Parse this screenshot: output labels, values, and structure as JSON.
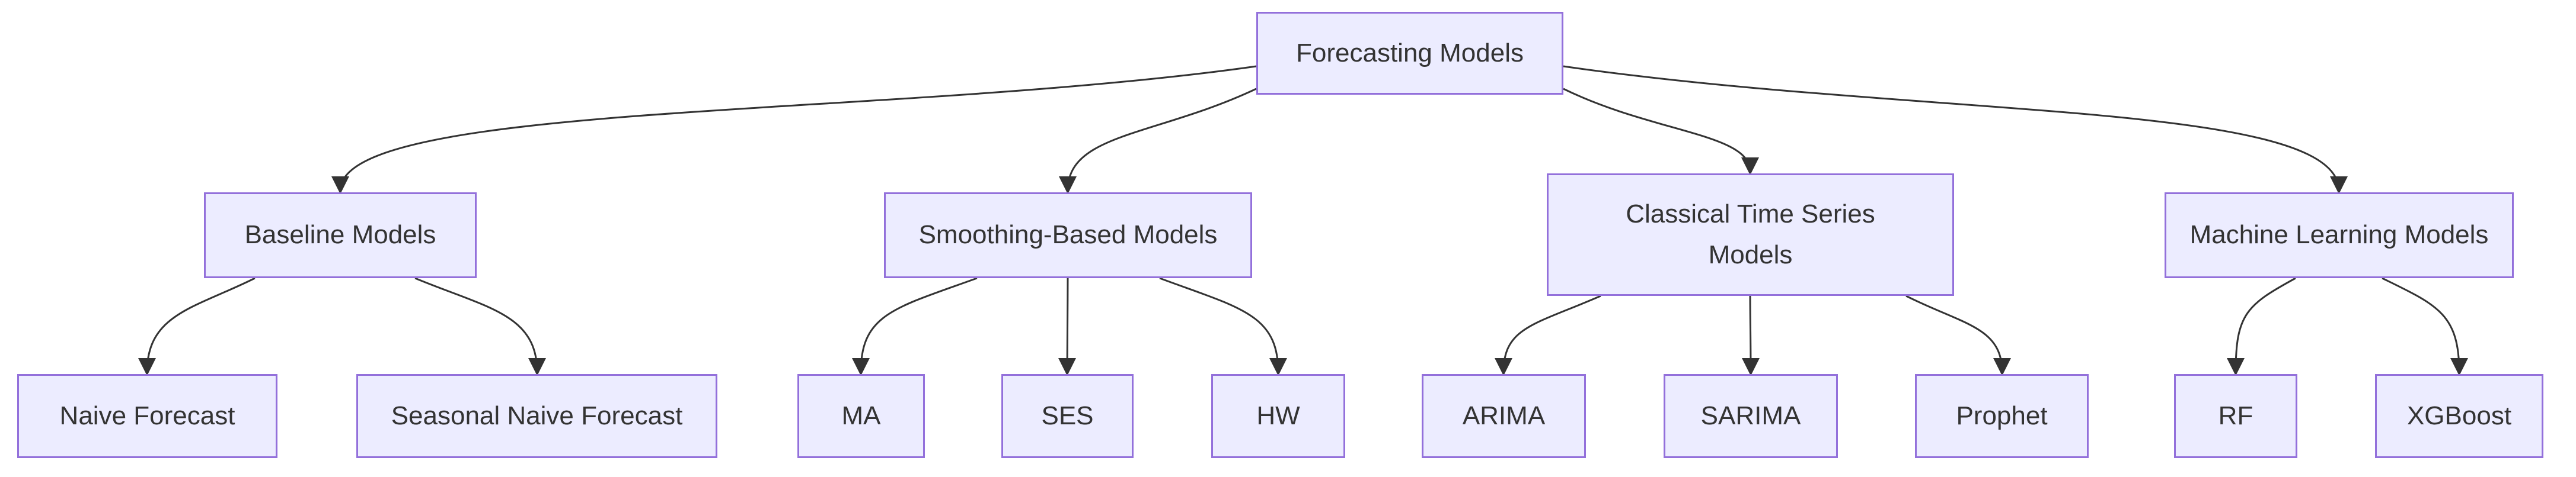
{
  "diagram": {
    "type": "flowchart-top-down",
    "title": "Forecasting Models taxonomy",
    "nodes": [
      {
        "id": "root",
        "label": "Forecasting Models"
      },
      {
        "id": "baseline",
        "label": "Baseline Models"
      },
      {
        "id": "smoothing",
        "label": "Smoothing-Based Models"
      },
      {
        "id": "classical",
        "label": "Classical Time Series\nModels"
      },
      {
        "id": "ml",
        "label": "Machine Learning Models"
      },
      {
        "id": "naive",
        "label": "Naive Forecast"
      },
      {
        "id": "snaive",
        "label": "Seasonal Naive Forecast"
      },
      {
        "id": "ma",
        "label": "MA"
      },
      {
        "id": "ses",
        "label": "SES"
      },
      {
        "id": "hw",
        "label": "HW"
      },
      {
        "id": "arima",
        "label": "ARIMA"
      },
      {
        "id": "sarima",
        "label": "SARIMA"
      },
      {
        "id": "prophet",
        "label": "Prophet"
      },
      {
        "id": "rf",
        "label": "RF"
      },
      {
        "id": "xgboost",
        "label": "XGBoost"
      }
    ],
    "edges": [
      {
        "from": "root",
        "to": "baseline"
      },
      {
        "from": "root",
        "to": "smoothing"
      },
      {
        "from": "root",
        "to": "classical"
      },
      {
        "from": "root",
        "to": "ml"
      },
      {
        "from": "baseline",
        "to": "naive"
      },
      {
        "from": "baseline",
        "to": "snaive"
      },
      {
        "from": "smoothing",
        "to": "ma"
      },
      {
        "from": "smoothing",
        "to": "ses"
      },
      {
        "from": "smoothing",
        "to": "hw"
      },
      {
        "from": "classical",
        "to": "arima"
      },
      {
        "from": "classical",
        "to": "sarima"
      },
      {
        "from": "classical",
        "to": "prophet"
      },
      {
        "from": "ml",
        "to": "rf"
      },
      {
        "from": "ml",
        "to": "xgboost"
      }
    ]
  },
  "colors": {
    "background": "#FFFFFF",
    "node_fill": "#ECECFF",
    "node_border": "#9370DB",
    "node_text": "#333333",
    "edge_stroke": "#333333",
    "arrowhead_fill": "#333333"
  }
}
